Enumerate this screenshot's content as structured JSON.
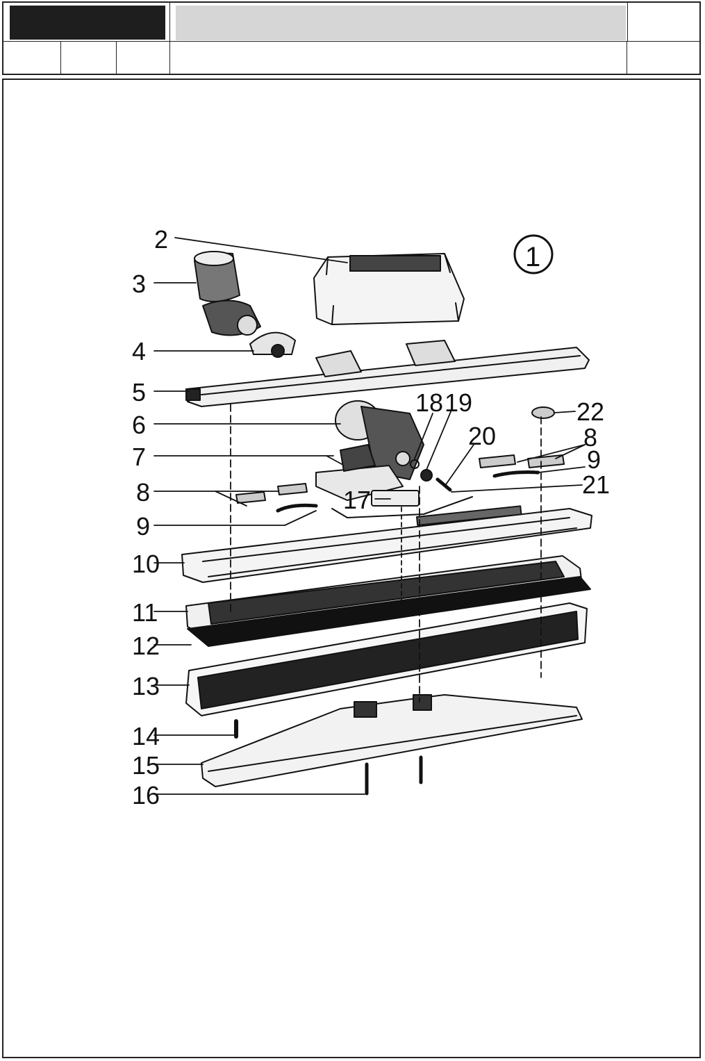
{
  "header": {
    "cells_row1": [
      "",
      "",
      ""
    ],
    "cells_row2": [
      "",
      "",
      "",
      "",
      ""
    ]
  },
  "diagram": {
    "figure_number": "1",
    "part_labels": [
      "2",
      "3",
      "4",
      "5",
      "6",
      "7",
      "8",
      "9",
      "10",
      "11",
      "12",
      "13",
      "14",
      "15",
      "16",
      "17",
      "18",
      "19",
      "20",
      "8",
      "9",
      "21",
      "22"
    ],
    "colors": {
      "line": "#111111",
      "header_black": "#1e1e1e",
      "header_gray": "#d6d6d6"
    }
  }
}
